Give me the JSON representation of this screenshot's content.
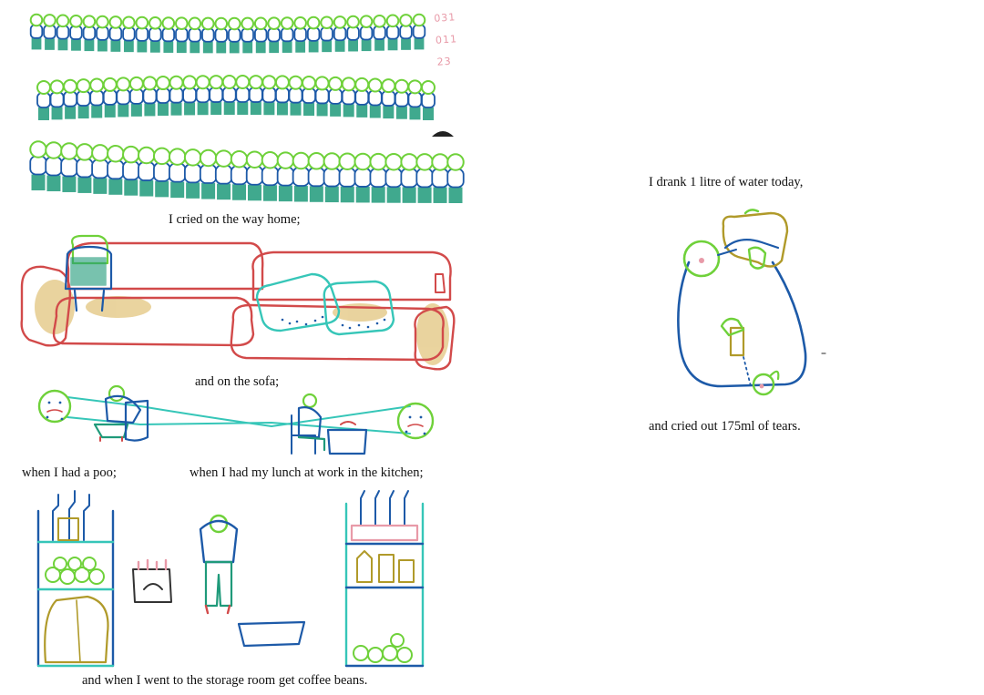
{
  "date_note": [
    "031",
    "011",
    "23"
  ],
  "captions": {
    "way_home": "I cried on the way home;",
    "sofa": "and on the sofa;",
    "poo": "when I had a poo;",
    "lunch": "when I had my lunch at work in the kitchen;",
    "storage": "and when I went to the storage room get coffee beans.",
    "water": "I drank 1 litre of water today,",
    "tears": "and cried out 175ml of tears."
  },
  "colors": {
    "green": "#6fd13a",
    "navy": "#1d5aa8",
    "teal": "#1f9a7a",
    "red": "#d24a4a",
    "cyan": "#36c6b8",
    "olive": "#b09a2a",
    "pink": "#e89aa8"
  }
}
